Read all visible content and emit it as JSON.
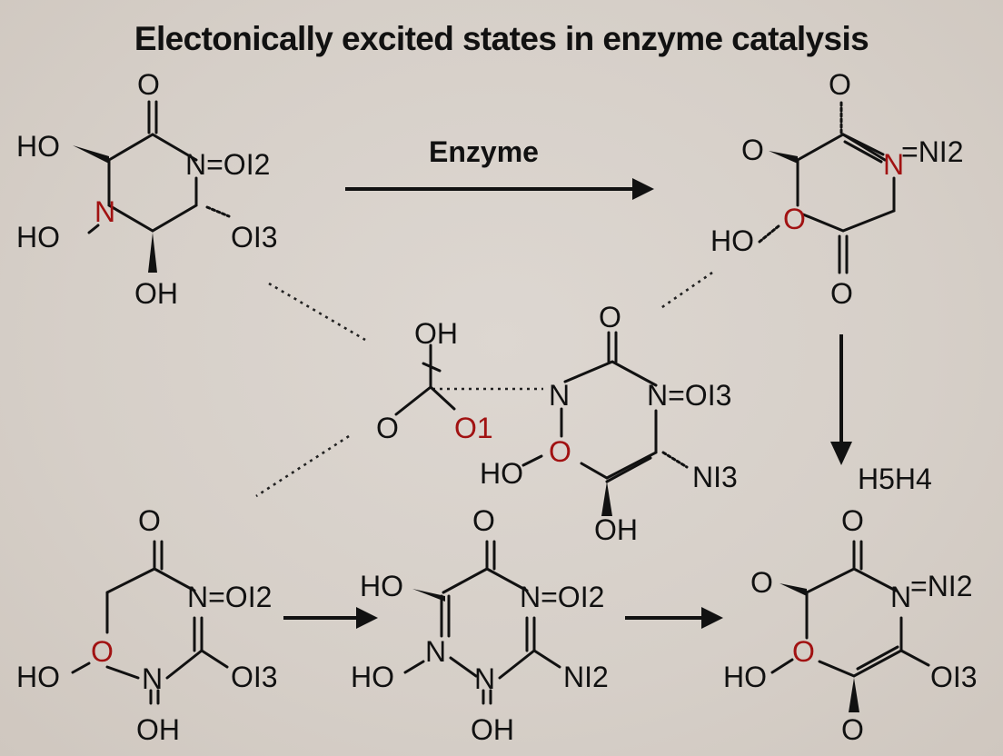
{
  "title": "Electonically excited states in enzyme catalysis",
  "labels": {
    "enzyme": "Enzyme",
    "product_formula": "H5H4"
  },
  "colors": {
    "background": "#d7d0c9",
    "ink": "#111111",
    "heteroatom_red": "#a11212"
  },
  "molecules": {
    "top_left": {
      "o_top": "O",
      "ho_1": "HO",
      "n_ring": "N",
      "oi2": "N=OI2",
      "ho_2": "HO",
      "oi3": "OI3",
      "oh": "OH"
    },
    "top_right": {
      "o_top": "O",
      "o_left": "O",
      "n_ring": "N",
      "ni2": "=NI2",
      "ho": "HO",
      "o_ring": "O",
      "o_bottom": "O"
    },
    "center": {
      "oh": "OH",
      "o_left": "O",
      "o1": "O1",
      "n_ring": "N",
      "o_top": "O",
      "oi3": "N=OI3",
      "ho": "HO",
      "o_ring": "O",
      "ni3": "NI3",
      "oh_bottom": "OH"
    },
    "bottom_left": {
      "o_top": "O",
      "oi2": "N=OI2",
      "ho": "HO",
      "o_ring": "O",
      "n_ring": "N",
      "oi3": "OI3",
      "oh": "OH"
    },
    "bottom_middle": {
      "o_top": "O",
      "ho_1": "HO",
      "oi2": "N=OI2",
      "ho_2": "HO",
      "n_left": "N",
      "n_bottom": "N",
      "ni2": "NI2",
      "oh": "OH"
    },
    "bottom_right": {
      "o_top": "O",
      "o_left": "O",
      "n_ring": "N",
      "ni2": "=NI2",
      "ho": "HO",
      "o_ring": "O",
      "oi3": "OI3",
      "o_bottom": "O"
    }
  }
}
